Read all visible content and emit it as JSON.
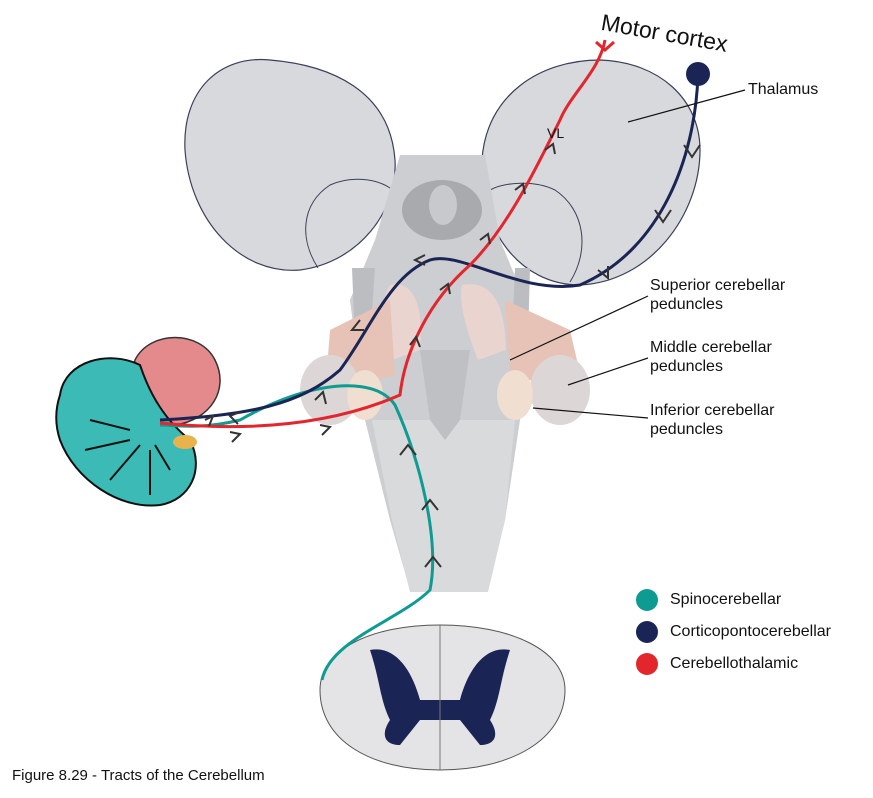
{
  "labels": {
    "motor_cortex": "Motor cortex",
    "thalamus": "Thalamus",
    "vl": "VL",
    "superior_1": "Superior cerebellar",
    "superior_2": "peduncles",
    "middle_1": "Middle cerebellar",
    "middle_2": "peduncles",
    "inferior_1": "Inferior cerebellar",
    "inferior_2": "peduncles"
  },
  "legend": [
    {
      "label": "Spinocerebellar",
      "color": "#0e9b92"
    },
    {
      "label": "Corticopontocerebellar",
      "color": "#1a2556"
    },
    {
      "label": "Cerebellothalamic",
      "color": "#e3262e"
    }
  ],
  "caption": "Figure 8.29 - Tracts of the Cerebellum"
}
